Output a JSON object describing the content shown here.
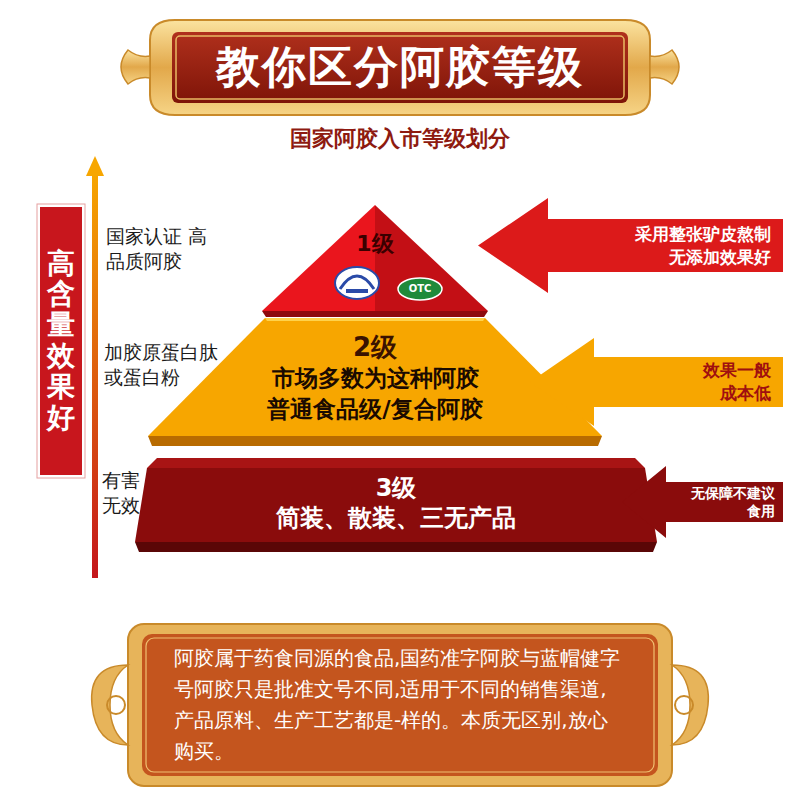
{
  "diagram": {
    "title": "教你区分阿胶等级",
    "nodes": [
      {
        "text": [
          "高含量 效果好"
        ]
      },
      {
        "text": [
          "1级"
        ]
      },
      {
        "text": [
          "2级",
          "市场多数为这种阿胶",
          "普通食品级/复合阿胶"
        ]
      },
      {
        "text": [
          "3级",
          "简装、散装、三无产品"
        ]
      },
      {
        "text": [
          "采用整张驴皮熬制 无添加效果好"
        ]
      },
      {
        "text": [
          "效果一般 成本低"
        ]
      },
      {
        "text": [
          "无保障不建议 食用"
        ]
      },
      {
        "text": [
          "阿胶属于药食同源的食品,国药准字阿胶与蓝帽健字号阿胶只是批准文号不同,适用于不同的销售渠道,产品原料、生产工艺都是-样的。本质无区别,放心购买。"
        ]
      }
    ],
    "labels": [
      "国家阿胶入市等级划分",
      "国家认证 高品质阿胶",
      "加胶原蛋白肽 或蛋白粉",
      "有害 无效",
      "OTC"
    ]
  }
}
